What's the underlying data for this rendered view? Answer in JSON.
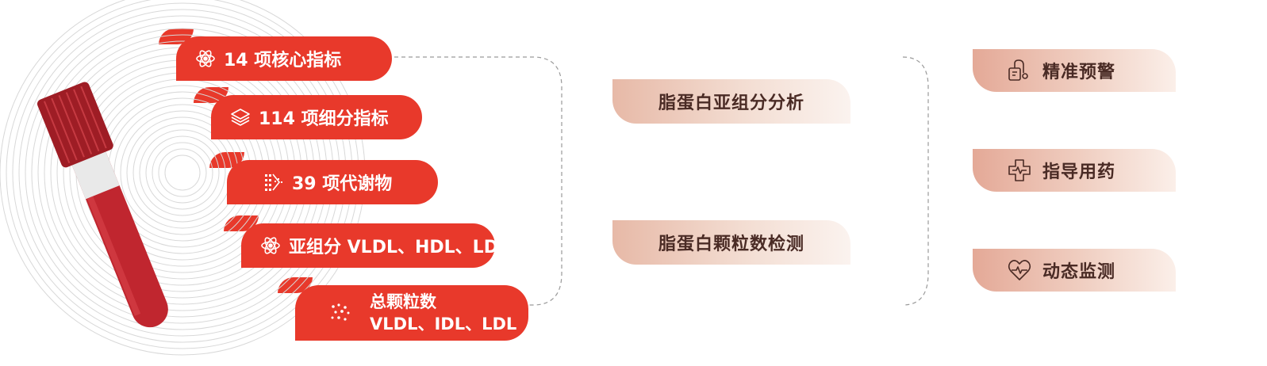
{
  "colors": {
    "accent": "#e8392b",
    "tube": "#b8262d",
    "tint": "#efc9bb",
    "text_dark": "#4a2b25"
  },
  "left_items": [
    {
      "icon": "atom-icon",
      "label": "14 项核心指标"
    },
    {
      "icon": "layers-icon",
      "label": "114 项细分指标"
    },
    {
      "icon": "dots-gradient-icon",
      "label": "39 项代谢物"
    },
    {
      "icon": "atom-icon",
      "label": "亚组分 VLDL、HDL、LDL"
    },
    {
      "icon": "particles-icon",
      "label_line1": "总颗粒数",
      "label_line2": "VLDL、IDL、LDL"
    }
  ],
  "middle_items": [
    {
      "label": "脂蛋白亚组分分析"
    },
    {
      "label": "脂蛋白颗粒数检测"
    }
  ],
  "right_items": [
    {
      "icon": "stethoscope-icon",
      "label": "精准预警"
    },
    {
      "icon": "medical-cross-icon",
      "label": "指导用药"
    },
    {
      "icon": "heart-pulse-icon",
      "label": "动态监测"
    }
  ]
}
